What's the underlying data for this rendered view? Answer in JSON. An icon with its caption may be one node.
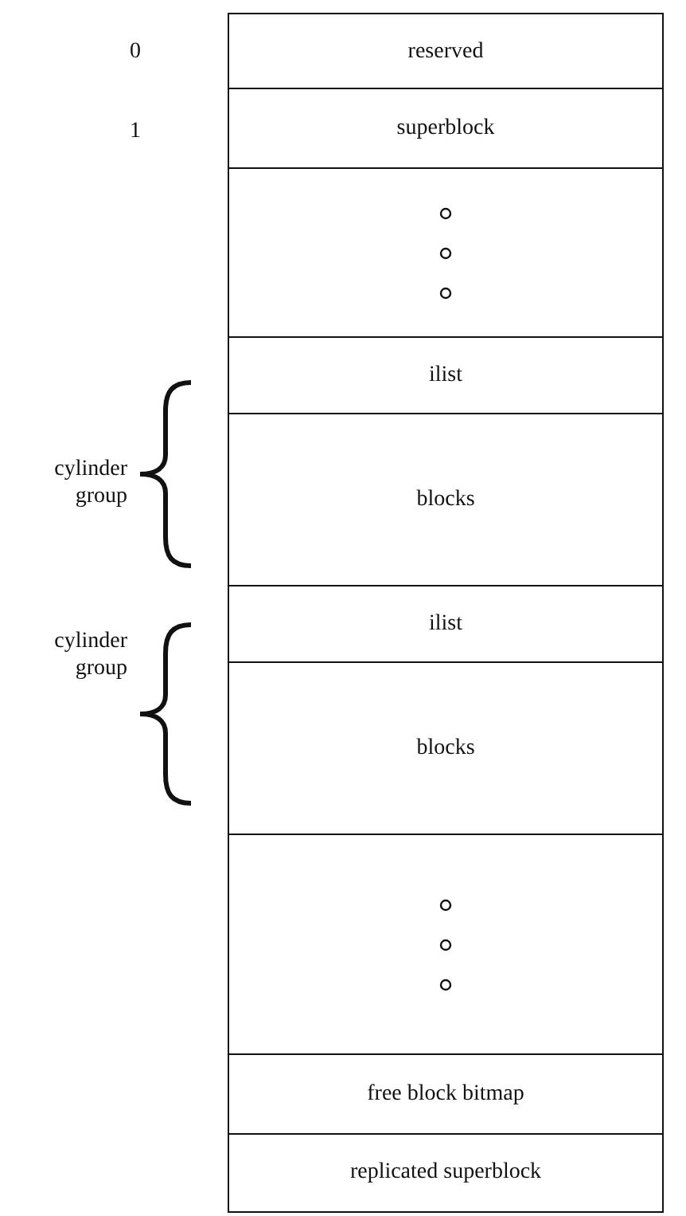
{
  "diagram": {
    "nodes": [
      {
        "text": [
          "reserved"
        ]
      },
      {
        "text": [
          "superblock"
        ]
      },
      {
        "text": [],
        "shape": "box"
      },
      {
        "text": [
          "ilist"
        ]
      },
      {
        "text": [
          "blocks"
        ]
      },
      {
        "text": [
          "ilist"
        ]
      },
      {
        "text": [
          "blocks"
        ]
      },
      {
        "text": [],
        "shape": "box"
      },
      {
        "text": [
          "free block bitmap"
        ]
      },
      {
        "text": [
          "replicated superblock"
        ]
      }
    ],
    "labels": [
      "0",
      "1",
      "cylinder group",
      "cylinder group"
    ]
  }
}
